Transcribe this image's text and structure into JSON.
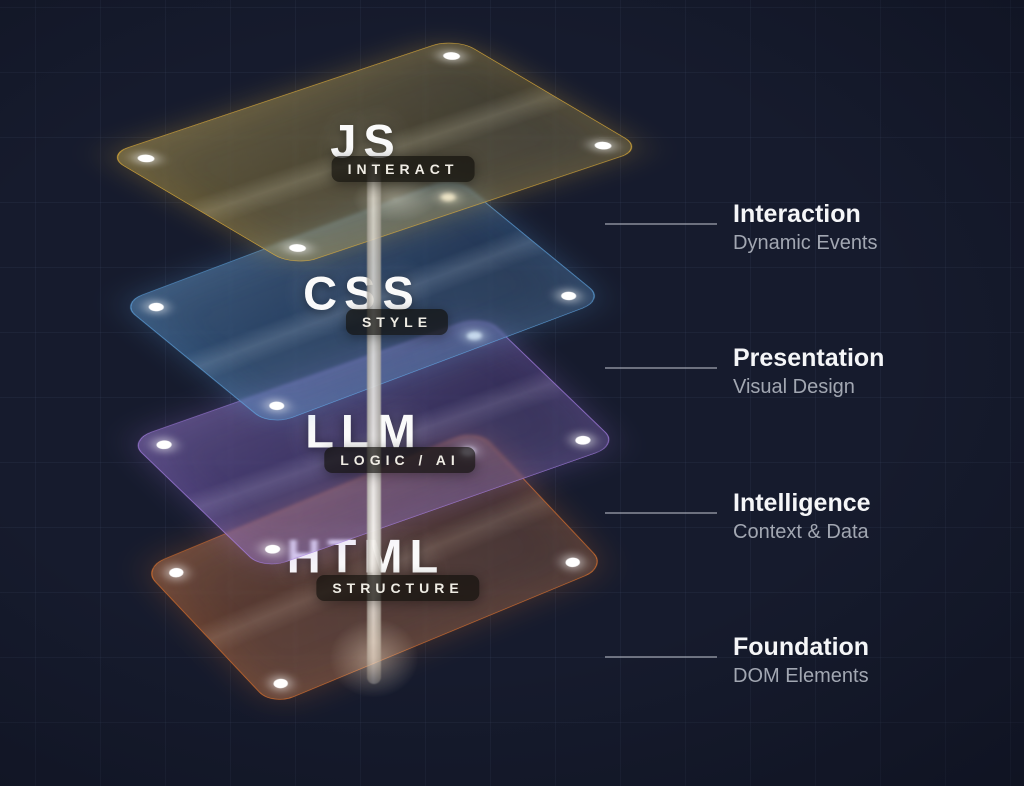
{
  "scene": {
    "background_color": "#161b2d",
    "grid_line_color": "rgba(150,170,215,0.06)",
    "beam_color": "#efe9dd"
  },
  "stack": {
    "layers": [
      {
        "id": "js",
        "title": "JS",
        "badge": "INTERACT",
        "accent_color": "#e9b53a"
      },
      {
        "id": "css",
        "title": "CSS",
        "badge": "STYLE",
        "accent_color": "#63acea"
      },
      {
        "id": "llm",
        "title": "LLM",
        "badge": "LOGIC / AI",
        "accent_color": "#ab82ea"
      },
      {
        "id": "html",
        "title": "HTML",
        "badge": "STRUCTURE",
        "accent_color": "#e5762d"
      }
    ]
  },
  "annotations": [
    {
      "title": "Interaction",
      "subtitle": "Dynamic Events"
    },
    {
      "title": "Presentation",
      "subtitle": "Visual Design"
    },
    {
      "title": "Intelligence",
      "subtitle": "Context & Data"
    },
    {
      "title": "Foundation",
      "subtitle": "DOM Elements"
    }
  ],
  "annotation_line_color": "rgba(195,200,210,0.50)",
  "text_colors": {
    "title": "#f5f6f8",
    "subtitle": "#a2a7b2"
  }
}
